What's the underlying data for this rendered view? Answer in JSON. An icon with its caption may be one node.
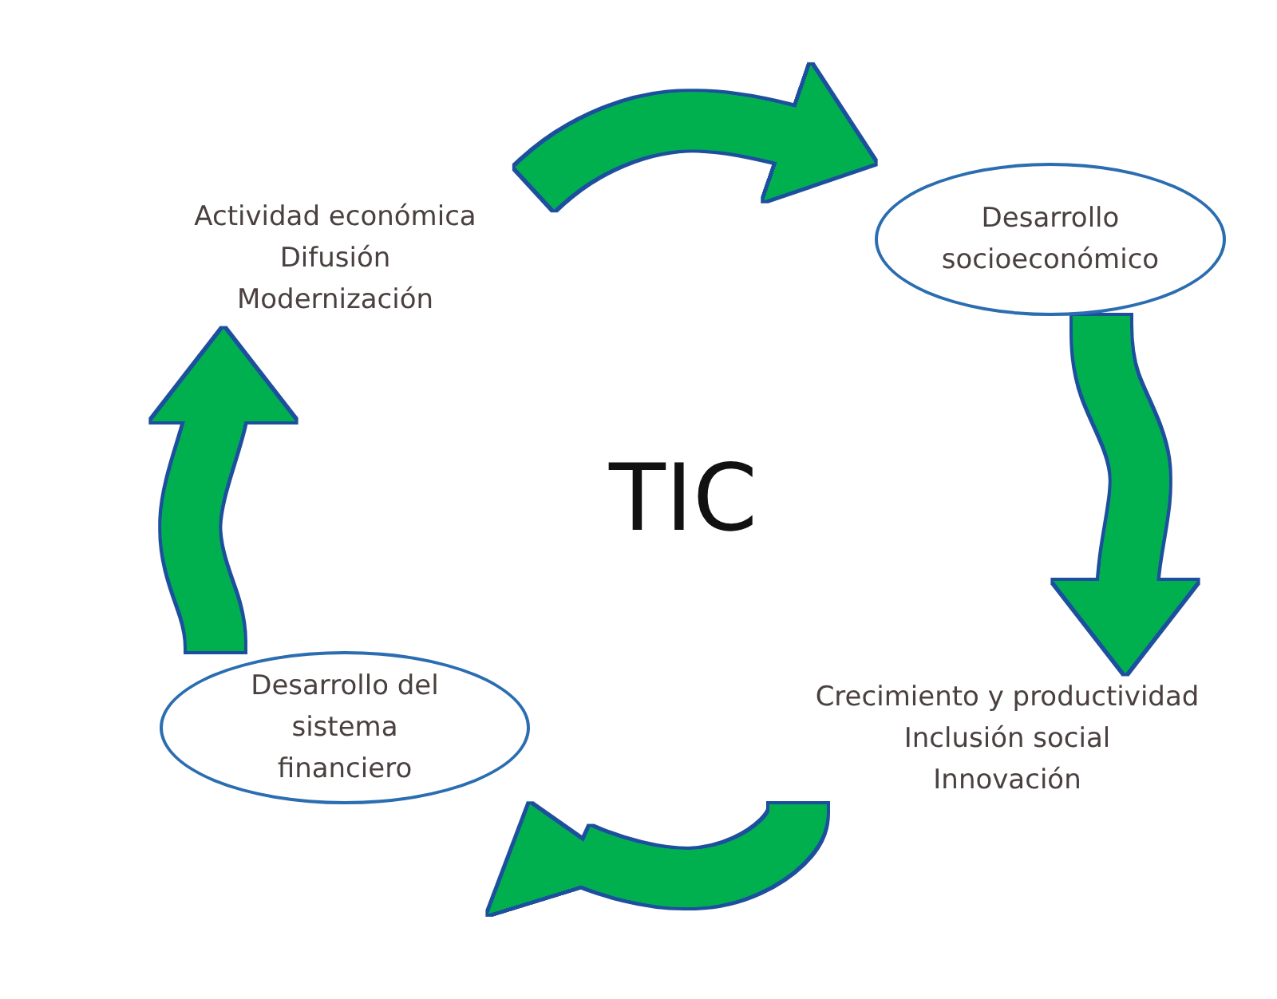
{
  "diagram": {
    "nodes": [
      {
        "text": [
          "Actividad económica",
          "Difusión",
          "Modernización"
        ]
      },
      {
        "text": [
          "Desarrollo socioeconómico"
        ]
      },
      {
        "text": [
          "Crecimiento y productividad",
          "Inclusión social",
          "Innovación"
        ]
      },
      {
        "text": [
          "Desarrollo del sistema financiero"
        ]
      }
    ],
    "edges": [
      {
        "from": 0,
        "to": 1,
        "arrow": "to"
      },
      {
        "from": 1,
        "to": 2,
        "arrow": "to"
      },
      {
        "from": 2,
        "to": 3,
        "arrow": "to"
      },
      {
        "from": 3,
        "to": 0,
        "arrow": "to"
      }
    ],
    "labels": [
      "TIC"
    ]
  }
}
